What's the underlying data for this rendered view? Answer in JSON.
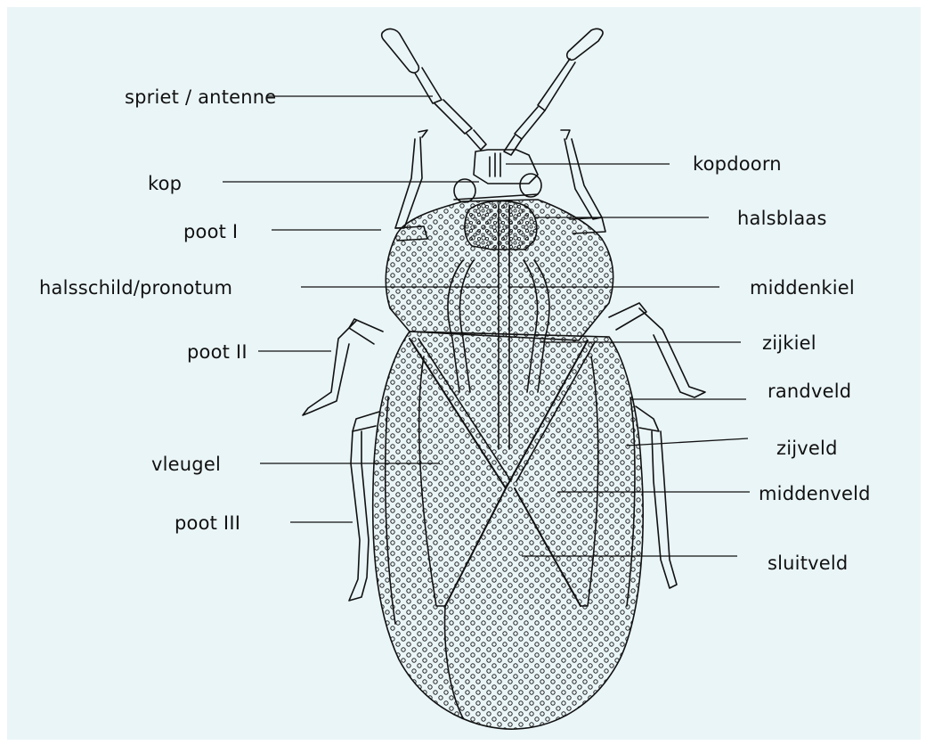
{
  "colors": {
    "background": "#eaf5f7",
    "ink": "#111111"
  },
  "labels": {
    "antenna": "spriet / antenne",
    "head": "kop",
    "leg1": "poot I",
    "pronotum": "halsschild/pronotum",
    "leg2": "poot II",
    "wing": "vleugel",
    "leg3": "poot III",
    "head_spine": "kopdoorn",
    "neck_bladder": "halsblaas",
    "median_keel": "middenkiel",
    "side_keel": "zijkiel",
    "margin_field": "randveld",
    "side_field": "zijveld",
    "central_field": "middenveld",
    "closing_field": "sluitveld"
  }
}
